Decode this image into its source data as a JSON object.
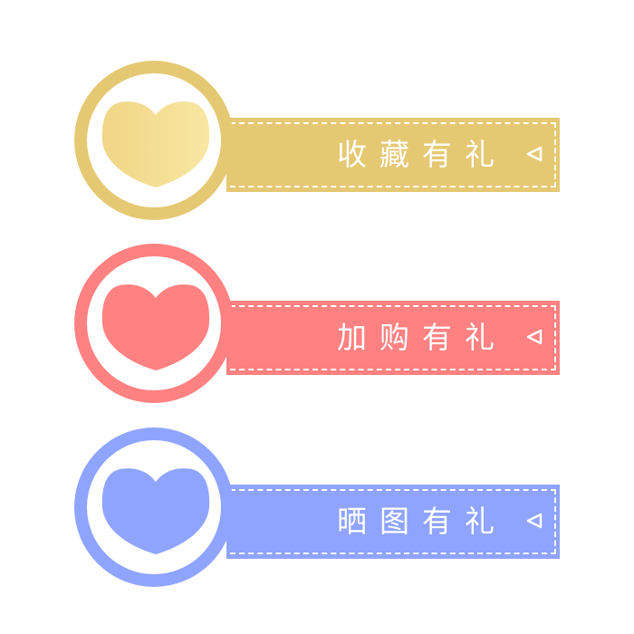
{
  "tags": [
    {
      "label": "收藏有礼",
      "color": "#e5c872",
      "heart_from": "#f0d585",
      "heart_to": "#f8e7a2",
      "icon": "heart-icon"
    },
    {
      "label": "加购有礼",
      "color": "#ff8181",
      "heart_from": "#ff8181",
      "heart_to": "#ff8181",
      "icon": "heart-icon"
    },
    {
      "label": "晒图有礼",
      "color": "#8fa4ff",
      "heart_from": "#8fa4ff",
      "heart_to": "#8fa4ff",
      "icon": "heart-icon"
    }
  ]
}
